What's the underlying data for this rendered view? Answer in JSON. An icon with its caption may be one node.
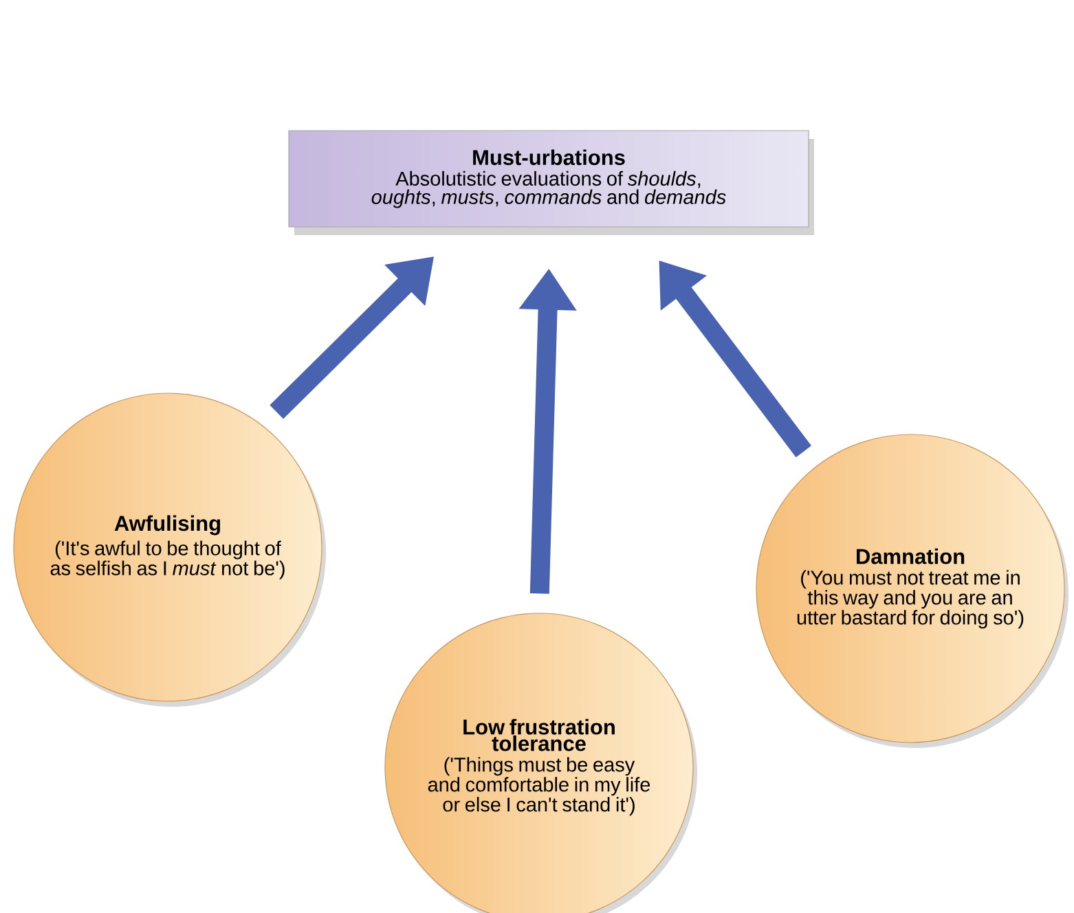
{
  "diagram": {
    "nodes": [
      {
        "text": [
          "Must-urbations",
          "Absolutistic evaluations of *shoulds*, *oughts*, *musts*, *commands* and *demands*"
        ]
      },
      {
        "text": [
          "Awfulising",
          "('It's awful to be thought of as selfish as I *must* not be')"
        ]
      },
      {
        "text": [
          "Low frustration tolerance",
          "('Things must be easy and comfortable in my life or else I can't stand it')"
        ]
      },
      {
        "text": [
          "Damnation",
          "('You must not treat me in this way and you are an utter bastard for doing so')"
        ]
      }
    ],
    "edges": [
      {
        "from": 1,
        "to": 0,
        "arrow": "to"
      },
      {
        "from": 2,
        "to": 0,
        "arrow": "to"
      },
      {
        "from": 3,
        "to": 0,
        "arrow": "to"
      }
    ]
  }
}
